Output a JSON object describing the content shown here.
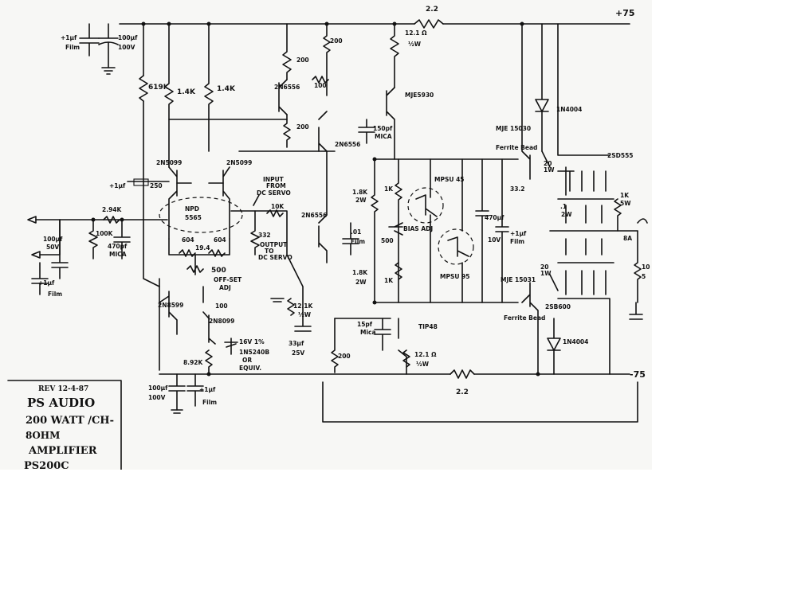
{
  "rails": {
    "positive": "+75",
    "negative": "-75"
  },
  "title_block": {
    "rev": "REV 12-4-87",
    "brand": "PS AUDIO",
    "power": "200 WATT /CH-",
    "load": "8OHM",
    "type": "AMPLIFIER",
    "model": "PS200C"
  },
  "transistors": {
    "q_2n6556_a": "2N6556",
    "q_mje5930": "MJE5930",
    "q_2n6556_b": "2N6556",
    "q_2n5099_a": "2N5099",
    "q_2n5099_b": "2N5099",
    "q_2n6556_c": "2N6556",
    "q_mpsu45": "MPSU 45",
    "q_mpsu95": "MPSU 95",
    "q_mje15030": "MJE 15030",
    "q_mje15031": "MJE 15031",
    "q_2sd555": "2SD555",
    "q_2sb600": "2SB600",
    "q_2n8599": "2N8599",
    "q_2n8099": "2N8099",
    "q_tip48": "TIP48",
    "npd": "NPD",
    "npd_num": "5565"
  },
  "resistors": {
    "r_2_2_top": "2.2",
    "r_200_a": "200",
    "r_200_b": "200",
    "r_100_a": "100",
    "r_200_c": "200",
    "r_12_1_top": "12.1 Ω",
    "r_half_w_top": "½W",
    "r_619k": "619K",
    "r_1_4k_a": "1.4K",
    "r_1_4k_b": "1.4K",
    "r_2_94k": "2.94K",
    "r_100k": "100K",
    "r_250": "250",
    "r_10k": "10K",
    "r_332": "332",
    "r_604_a": "604",
    "r_604_b": "604",
    "r_19_4": "19.4",
    "r_500": "500",
    "offset": "OFF-SET",
    "adj": "ADJ",
    "r_100_b": "100",
    "r_12_1k": "12.1K",
    "r_12_1k_w": "½W",
    "r_8_92k": "8.92K",
    "r_1_8k_a": "1.8K",
    "r_2w_a": "2W",
    "r_1k_a": "1K",
    "r_500_bias": "500",
    "bias_adj": "BIAS ADJ",
    "r_1_8k_b": "1.8K",
    "r_2w_b": "2W",
    "r_1k_b": "1K",
    "r_33_2": "33.2",
    "r_200_d": "200",
    "r_12_1_bot": "12.1 Ω",
    "r_half_w_bot": "½W",
    "r_2_2_bot": "2.2",
    "r_20_a": "20",
    "r_1w_a": "1W",
    "r_20_b": "20",
    "r_1w_b": "1W",
    "r_0_1": ".1",
    "r_2w": "2W",
    "r_1k_5w": "1K",
    "r_5w": "5W",
    "r_10": "10",
    "r_5": "5"
  },
  "capacitors": {
    "c_1uf_film_top": "+1µf",
    "c_film_top": "Film",
    "c_100uf_top": "100µf",
    "c_100v_top": "100V",
    "c_150pf": "150pf",
    "c_mica_a": "MICA",
    "c_1uf_left": "+1µf",
    "c_100uf_in": "100µf",
    "c_50v": "50V",
    "c_470pf": "470pf",
    "c_mica_b": "MICA",
    "c_1uf_film_in": "+1µf",
    "c_film_in": "Film",
    "c_01uf": ".01",
    "c_film_mid": "Film",
    "c_470uf": "470µf",
    "c_10v": "10V",
    "c_1uf_film_r": "+1µf",
    "c_film_r": "Film",
    "c_15pf": "15pf",
    "c_mica_c": "Mica",
    "c_100uf_bot": "100µf",
    "c_100v_bot": "100V",
    "c_1uf_bot": "+1µf",
    "c_film_bot": "Film",
    "c_33uf": "33µf",
    "c_25v": "25V"
  },
  "diodes": {
    "d_1n4004_top": "1N4004",
    "d_1n4004_bot": "1N4004",
    "zener": "1N5240B",
    "zener_or": "OR",
    "zener_eqv": "EQUIV.",
    "zener_v": "16V 1%"
  },
  "notes": {
    "input_from": "INPUT",
    "input_from2": "FROM",
    "input_from3": "DC SERVO",
    "output_to": "OUTPUT",
    "output_to2": "TO",
    "output_to3": "DC SERVO",
    "ferrite_a": "Ferrite Bead",
    "ferrite_b": "Ferrite Bead",
    "bead_8a": "8A"
  }
}
